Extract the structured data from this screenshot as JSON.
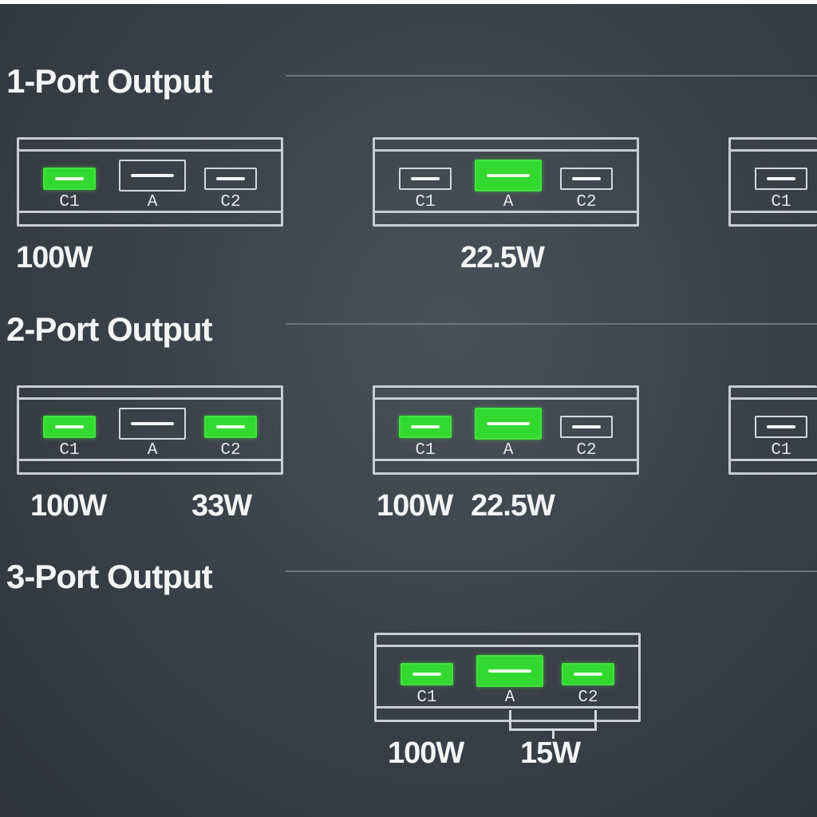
{
  "sections": [
    {
      "title": "1-Port Output",
      "devices": [
        {
          "ports": [
            {
              "label": "C1",
              "active": true
            },
            {
              "label": "A",
              "active": false
            },
            {
              "label": "C2",
              "active": false
            }
          ],
          "watts": [
            "100W"
          ]
        },
        {
          "ports": [
            {
              "label": "C1",
              "active": false
            },
            {
              "label": "A",
              "active": true
            },
            {
              "label": "C2",
              "active": false
            }
          ],
          "watts": [
            "22.5W"
          ]
        },
        {
          "ports": [
            {
              "label": "C1",
              "active": false
            }
          ],
          "watts": []
        }
      ]
    },
    {
      "title": "2-Port Output",
      "devices": [
        {
          "ports": [
            {
              "label": "C1",
              "active": true
            },
            {
              "label": "A",
              "active": false
            },
            {
              "label": "C2",
              "active": true
            }
          ],
          "watts": [
            "100W",
            "33W"
          ]
        },
        {
          "ports": [
            {
              "label": "C1",
              "active": true
            },
            {
              "label": "A",
              "active": true
            },
            {
              "label": "C2",
              "active": false
            }
          ],
          "watts": [
            "100W",
            "22.5W"
          ]
        },
        {
          "ports": [
            {
              "label": "C1",
              "active": false
            }
          ],
          "watts": []
        }
      ]
    },
    {
      "title": "3-Port Output",
      "devices": [
        {
          "ports": [
            {
              "label": "C1",
              "active": true
            },
            {
              "label": "A",
              "active": true
            },
            {
              "label": "C2",
              "active": true
            }
          ],
          "watts": [
            "100W",
            "15W"
          ]
        }
      ]
    }
  ],
  "colors": {
    "active_port": "#33d930",
    "outline": "#c9cdd1",
    "background": "#3c4249"
  }
}
